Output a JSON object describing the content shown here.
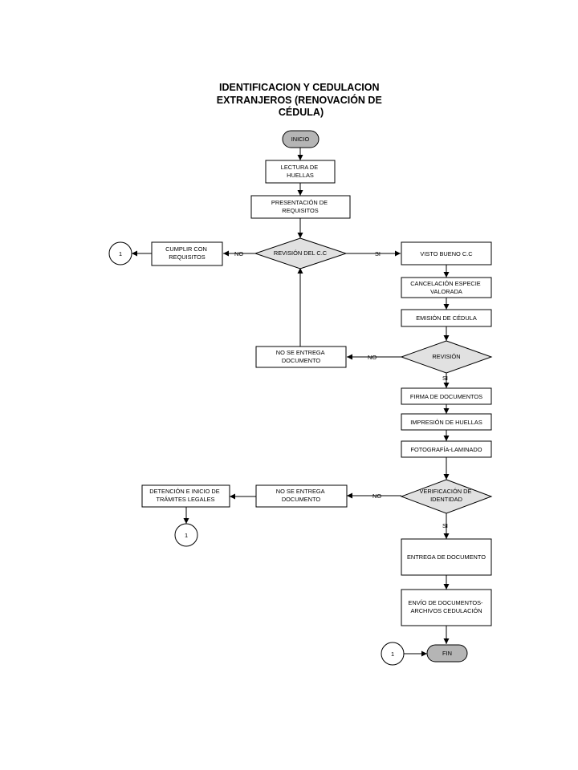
{
  "title": [
    "IDENTIFICACION Y CEDULACION",
    "EXTRANJEROS  (RENOVACIÓN DE",
    "CÉDULA)"
  ],
  "nodes": {
    "inicio": [
      "INICIO"
    ],
    "lectura": [
      "LECTURA DE",
      "HUELLAS"
    ],
    "presentacion": [
      "PRESENTACIÓN DE",
      "REQUISITOS"
    ],
    "revision_cc": [
      "REVISIÓN DEL C.C"
    ],
    "cumplir": [
      "CUMPLIR CON",
      "REQUISITOS"
    ],
    "conn_a": [
      "1"
    ],
    "visto": [
      "VISTO BUENO C.C"
    ],
    "cancelacion": [
      "CANCELACIÓN ESPECIE",
      "VALORADA"
    ],
    "emision": [
      "EMISIÓN DE CÉDULA"
    ],
    "revision": [
      "REVISIÓN"
    ],
    "no_entrega1": [
      "NO SE ENTREGA",
      "DOCUMENTO"
    ],
    "firma": [
      "FIRMA DE DOCUMENTOS"
    ],
    "impresion": [
      "IMPRESIÓN DE HUELLAS"
    ],
    "fotografia": [
      "FOTOGRAFÍA-LAMINADO"
    ],
    "verificacion": [
      "VERIFICACIÓN DE",
      "IDENTIDAD"
    ],
    "no_entrega2": [
      "NO SE ENTREGA",
      "DOCUMENTO"
    ],
    "detencion": [
      "DETENCIÓN E INICIO DE",
      "TRÁMITES LEGALES"
    ],
    "conn_b": [
      "1"
    ],
    "entrega": [
      "ENTREGA DE DOCUMENTO"
    ],
    "envio": [
      "ENVÍO DE DOCUMENTOS-",
      "ARCHIVOS CEDULACIÓN"
    ],
    "conn_c": [
      "1"
    ],
    "fin": [
      "FIN"
    ]
  },
  "edge_labels": {
    "no": "NO",
    "si": "SI"
  }
}
